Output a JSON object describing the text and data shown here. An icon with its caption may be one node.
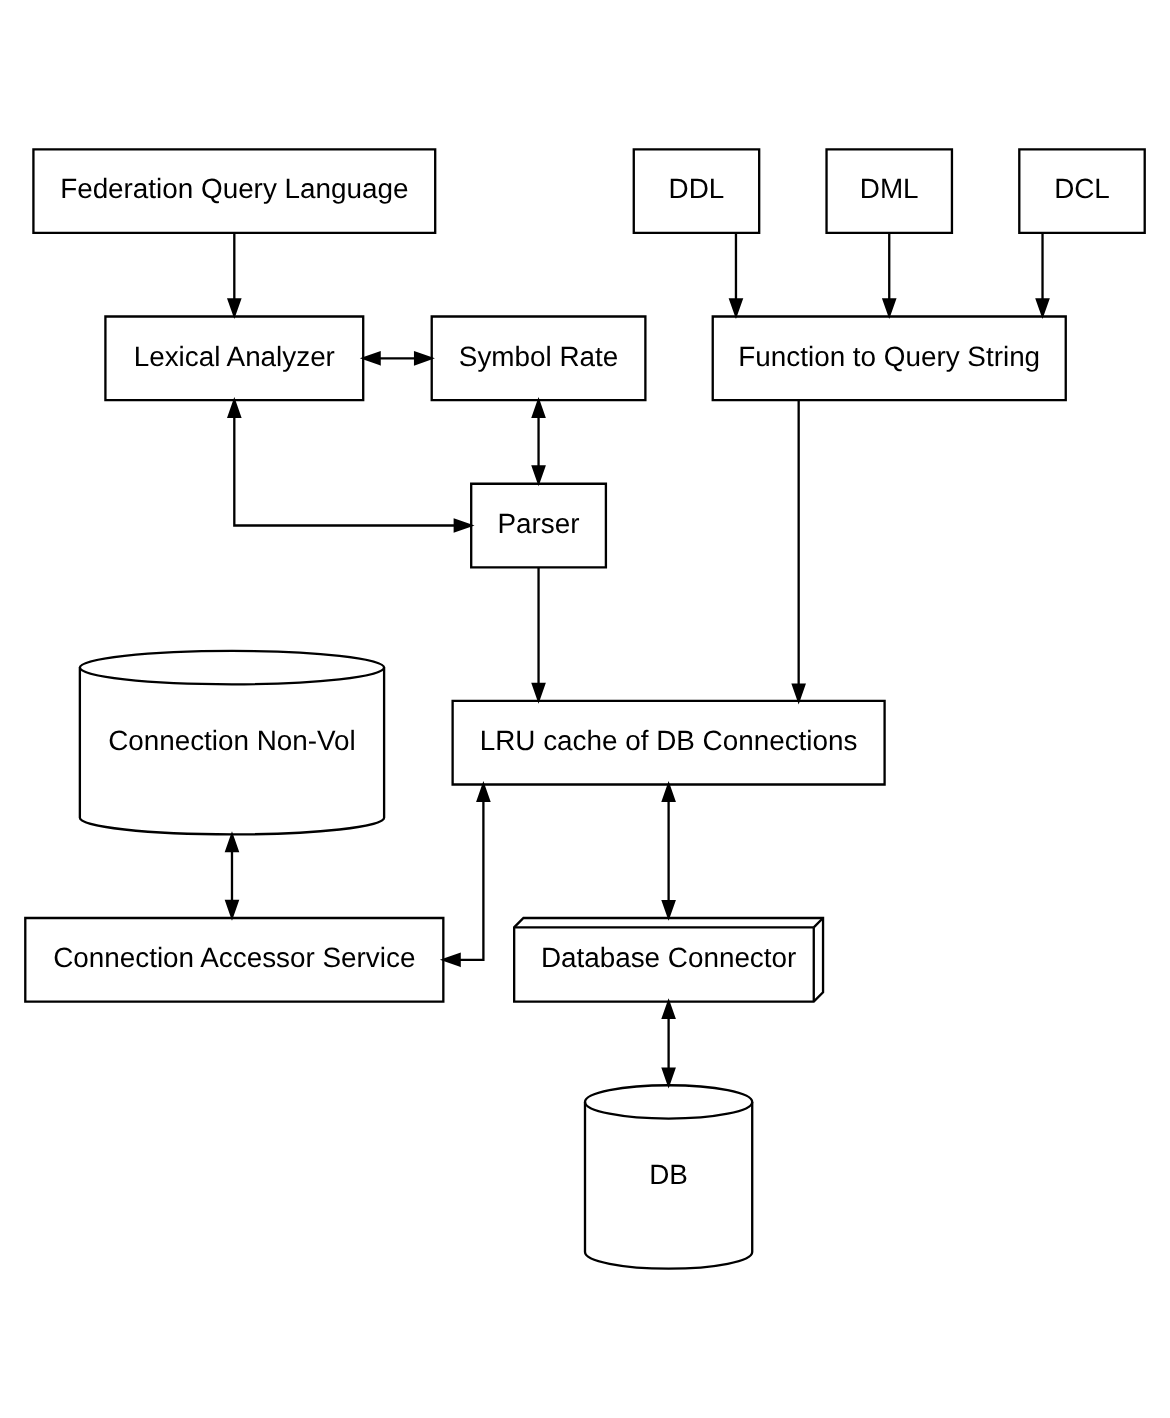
{
  "diagram": {
    "nodes": [
      {
        "text": [
          "Federation Query Language"
        ]
      },
      {
        "text": [
          "DDL"
        ]
      },
      {
        "text": [
          "DML"
        ]
      },
      {
        "text": [
          "DCL"
        ]
      },
      {
        "text": [
          "Lexical Analyzer"
        ]
      },
      {
        "text": [
          "Symbol Rate"
        ]
      },
      {
        "text": [
          "Function to Query String"
        ]
      },
      {
        "text": [
          "Connection Non-Vol"
        ]
      },
      {
        "text": [
          "Parser"
        ]
      },
      {
        "text": [
          "LRU cache of DB Connections"
        ]
      },
      {
        "text": [
          "Connection Accessor Service"
        ]
      },
      {
        "text": [
          "DB"
        ]
      },
      {
        "text": [
          "Database Connector"
        ]
      }
    ],
    "edges": [
      {
        "from": 0,
        "to": 4,
        "arrow": "to"
      },
      {
        "from": 1,
        "to": 6,
        "arrow": "to"
      },
      {
        "from": 2,
        "to": 6,
        "arrow": "to"
      },
      {
        "from": 3,
        "to": 6,
        "arrow": "to"
      },
      {
        "from": 4,
        "to": 5,
        "arrow": "both"
      },
      {
        "from": 4,
        "to": 8,
        "arrow": "both"
      },
      {
        "from": 5,
        "to": 8,
        "arrow": "both"
      },
      {
        "from": 6,
        "to": 9,
        "arrow": "to"
      },
      {
        "from": 7,
        "to": 10,
        "arrow": "both"
      },
      {
        "from": 8,
        "to": 9,
        "arrow": "to"
      },
      {
        "from": 9,
        "to": 10,
        "arrow": "both"
      },
      {
        "from": 9,
        "to": 12,
        "arrow": "both"
      },
      {
        "from": 12,
        "to": 11,
        "arrow": "both"
      }
    ]
  }
}
